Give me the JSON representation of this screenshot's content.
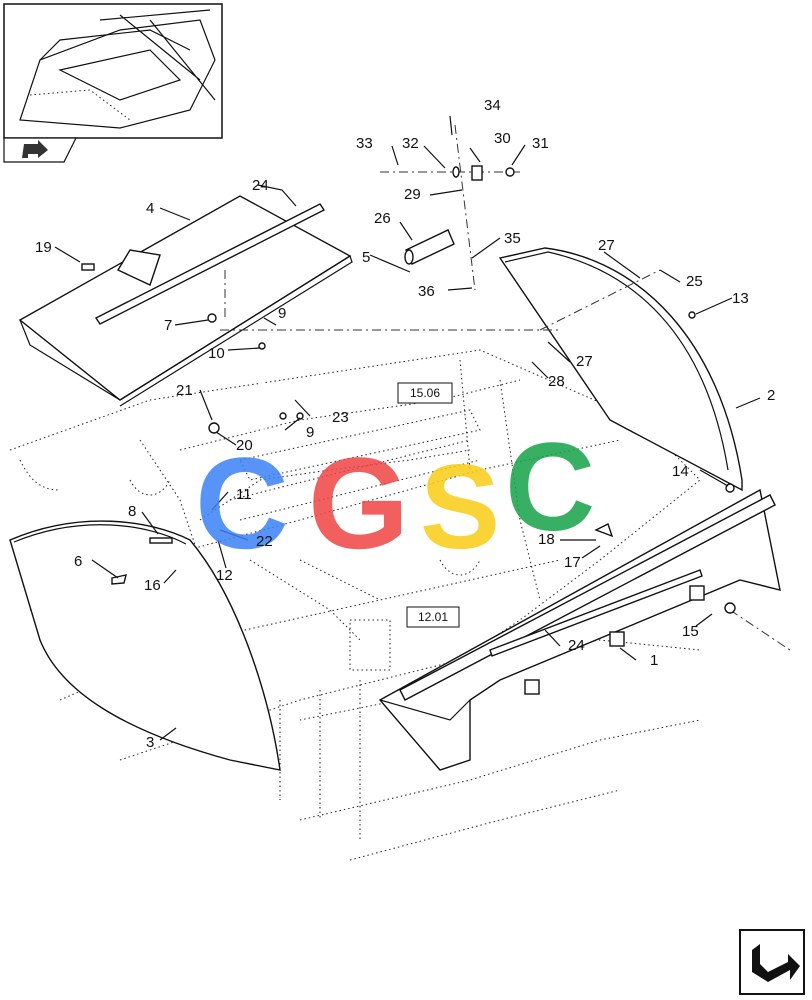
{
  "callouts": [
    {
      "id": "c1",
      "text": "1"
    },
    {
      "id": "c2",
      "text": "2"
    },
    {
      "id": "c3",
      "text": "3"
    },
    {
      "id": "c4",
      "text": "4"
    },
    {
      "id": "c5",
      "text": "5"
    },
    {
      "id": "c6",
      "text": "6"
    },
    {
      "id": "c7",
      "text": "7"
    },
    {
      "id": "c8",
      "text": "8"
    },
    {
      "id": "c9a",
      "text": "9"
    },
    {
      "id": "c9b",
      "text": "9"
    },
    {
      "id": "c10",
      "text": "10"
    },
    {
      "id": "c11",
      "text": "11"
    },
    {
      "id": "c12",
      "text": "12"
    },
    {
      "id": "c13",
      "text": "13"
    },
    {
      "id": "c14",
      "text": "14"
    },
    {
      "id": "c15",
      "text": "15"
    },
    {
      "id": "c16",
      "text": "16"
    },
    {
      "id": "c17",
      "text": "17"
    },
    {
      "id": "c18",
      "text": "18"
    },
    {
      "id": "c19",
      "text": "19"
    },
    {
      "id": "c20",
      "text": "20"
    },
    {
      "id": "c21",
      "text": "21"
    },
    {
      "id": "c22",
      "text": "22"
    },
    {
      "id": "c23",
      "text": "23"
    },
    {
      "id": "c24a",
      "text": "24"
    },
    {
      "id": "c24b",
      "text": "24"
    },
    {
      "id": "c25",
      "text": "25"
    },
    {
      "id": "c26",
      "text": "26"
    },
    {
      "id": "c27a",
      "text": "27"
    },
    {
      "id": "c27b",
      "text": "27"
    },
    {
      "id": "c28",
      "text": "28"
    },
    {
      "id": "c29",
      "text": "29"
    },
    {
      "id": "c30",
      "text": "30"
    },
    {
      "id": "c31",
      "text": "31"
    },
    {
      "id": "c32",
      "text": "32"
    },
    {
      "id": "c33",
      "text": "33"
    },
    {
      "id": "c34",
      "text": "34"
    },
    {
      "id": "c35",
      "text": "35"
    },
    {
      "id": "c36",
      "text": "36"
    }
  ],
  "reference_boxes": {
    "upper": "15.06",
    "lower": "12.01"
  },
  "watermark": {
    "letters": [
      "C",
      "G",
      "S",
      "C"
    ],
    "colors": [
      "#3b82f6",
      "#ef4444",
      "#facc15",
      "#16a34a"
    ]
  },
  "icons": {
    "inset_nav": "arrow-icon",
    "bottom_nav": "arrow-icon"
  }
}
